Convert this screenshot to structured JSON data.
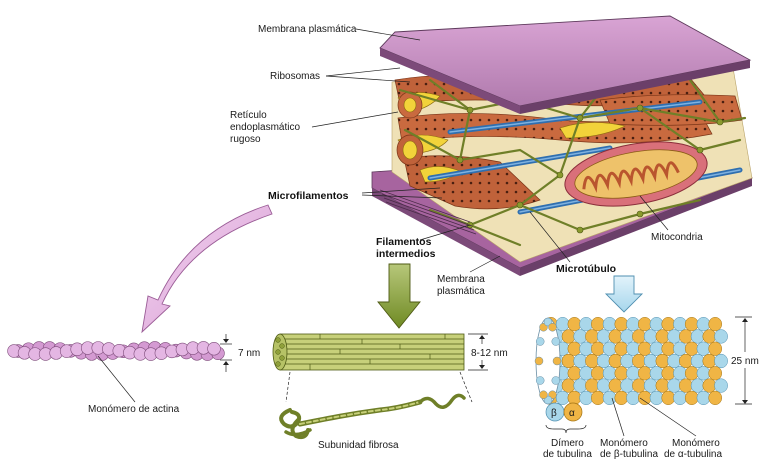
{
  "labels": {
    "membrana_top": "Membrana plasmática",
    "ribosomas": "Ribosomas",
    "reticulo_1": "Retículo",
    "reticulo_2": "endoplasmático",
    "reticulo_3": "rugoso",
    "microfilamentos": "Microfilamentos",
    "filamentos_1": "Filamentos",
    "filamentos_2": "intermedios",
    "mitocondria": "Mitocondria",
    "microtubulo": "Microtúbulo",
    "membrana_bottom_1": "Membrana",
    "membrana_bottom_2": "plasmática",
    "actina_size": "7 nm",
    "monomero_actina": "Monómero de actina",
    "if_size": "8-12 nm",
    "subunidad": "Subunidad fibrosa",
    "mt_size": "25 nm",
    "beta": "β",
    "alpha": "α",
    "dimero_1": "Dímero",
    "dimero_2": "de tubulina",
    "mono_beta_1": "Monómero",
    "mono_beta_2": "de β-tubulina",
    "mono_alpha_1": "Monómero",
    "mono_alpha_2": "de α-tubulina"
  },
  "colors": {
    "membrane": "#c98fc4",
    "membrane_dark": "#8e5a8c",
    "er": "#c0623a",
    "er_yellow": "#f2d33a",
    "microtubule": "#2f6fb0",
    "filament": "#7b8f2a",
    "mito": "#d9707a",
    "actin": "#e4b6e3",
    "tub_alpha": "#f0b545",
    "tub_beta": "#a9d7ea"
  }
}
